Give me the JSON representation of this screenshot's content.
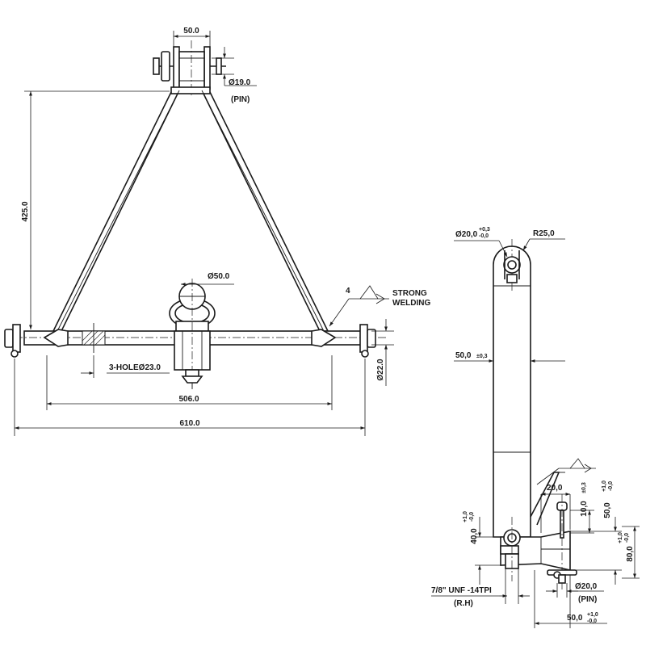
{
  "front_view": {
    "pin_width": "50.0",
    "pin_diameter": "Ø19.0",
    "pin_note": "(PIN)",
    "height": "425.0",
    "hitch_ball": "Ø50.0",
    "weld_size": "4",
    "weld_note_line1": "STRONG",
    "weld_note_line2": "WELDING",
    "holes": "3-HOLEØ23.0",
    "bar_diameter": "Ø22.0",
    "inner_span": "506.0",
    "overall_width": "610.0"
  },
  "side_view": {
    "top_hole": "Ø20,0",
    "top_hole_tol_upper": "+0,3",
    "top_hole_tol_lower": "-0,0",
    "top_radius": "R25,0",
    "bar_width": "50,0",
    "bar_width_tol": "±0,3",
    "clevis_slot": "20,0",
    "offset": "10,0",
    "offset_tol": "±0,3",
    "lower_height": "40,0",
    "lower_height_tol_upper": "+1,0",
    "lower_height_tol_lower": "-0,0",
    "clevis_height": "50,0",
    "clevis_height_tol_upper": "+1,0",
    "clevis_height_tol_lower": "-0,0",
    "clevis_total": "80,0",
    "clevis_total_tol_upper": "+1,0",
    "clevis_total_tol_lower": "-0,0",
    "thread": "7/8\" UNF -14TPI",
    "thread_hand": "(R.H)",
    "pin_diameter": "Ø20,0",
    "pin_note": "(PIN)",
    "bottom_width": "50,0",
    "bottom_width_tol_upper": "+1,0",
    "bottom_width_tol_lower": "-0,0"
  }
}
